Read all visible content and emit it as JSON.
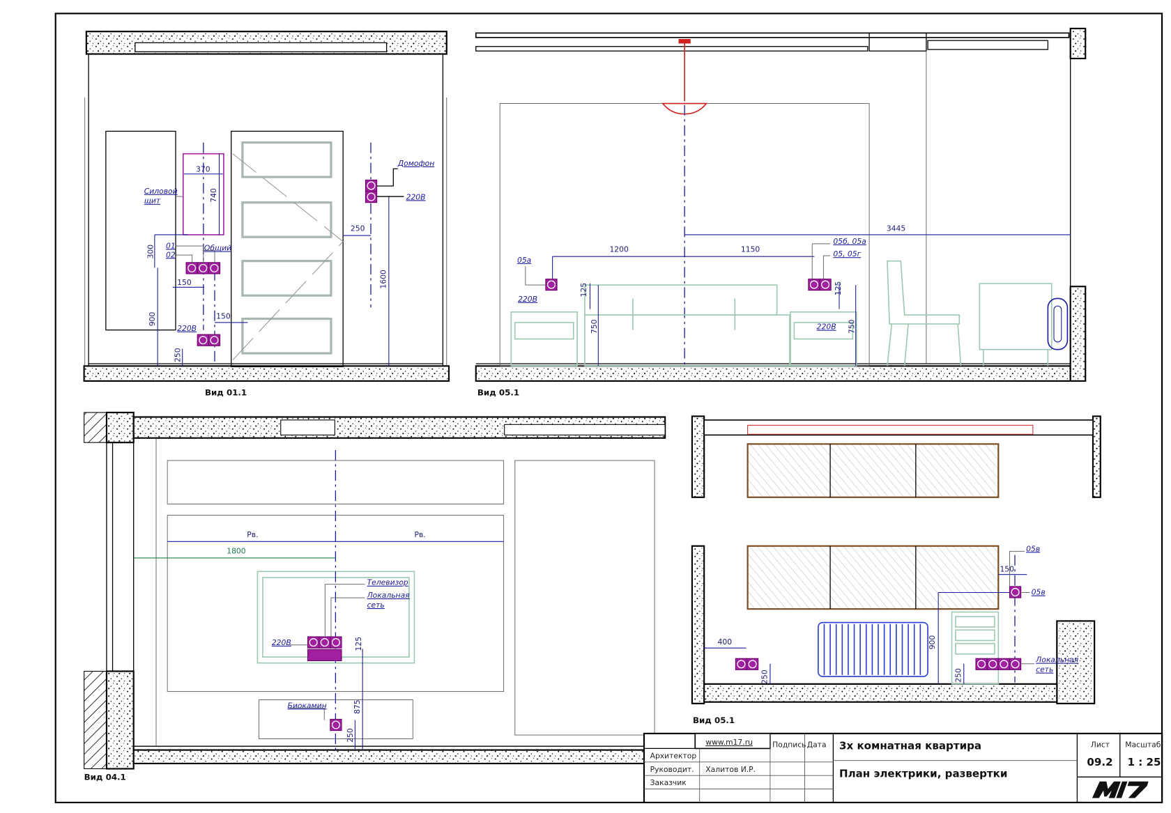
{
  "views": {
    "v01": {
      "caption": "Вид 01.1",
      "labels": {
        "panel_l1": "Силовой",
        "panel_l2": "щит",
        "intercom": "Домофон",
        "v220_a": "220В",
        "v220_b": "220В",
        "common": "Общий",
        "o1": "01",
        "o2": "02"
      },
      "dims": {
        "d370": "370",
        "d740": "740",
        "d300": "300",
        "d150a": "150",
        "d150b": "150",
        "d900": "900",
        "d250a": "250",
        "d250b": "250",
        "d1600": "1600"
      }
    },
    "v05top": {
      "caption": "Вид 05.1",
      "labels": {
        "l05a": "05а",
        "v220_a": "220В",
        "v220_b": "220В",
        "l05b05a": "05б, 05а",
        "l05052": "05, 05г"
      },
      "dims": {
        "d1200": "1200",
        "d1150": "1150",
        "d3445": "3445",
        "d125a": "125",
        "d125b": "125",
        "d750a": "750",
        "d750b": "750"
      }
    },
    "v04": {
      "caption": "Вид 04.1",
      "labels": {
        "tv": "Телевизор",
        "lan1": "Локальная",
        "lan2": "сеть",
        "v220": "220В",
        "biofire": "Биокамин"
      },
      "dims": {
        "rv1": "Рв.",
        "rv2": "Рв.",
        "d1800": "1800",
        "d125": "125",
        "d875": "875",
        "d250": "250"
      }
    },
    "v05bot": {
      "caption": "Вид 05.1",
      "labels": {
        "l05v1": "05в",
        "l05v2": "05в",
        "lan1": "Локальная",
        "lan2": "сеть"
      },
      "dims": {
        "d400": "400",
        "d250a": "250",
        "d250b": "250",
        "d150": "150",
        "d900": "900"
      }
    }
  },
  "title_block": {
    "website": "www.m17.ru",
    "col_signature": "Подпись",
    "col_date": "Дата",
    "role_architect": "Архитектор",
    "role_head": "Руководит.",
    "role_head_name": "Халитов И.Р.",
    "role_client": "Заказчик",
    "project": "3х комнатная квартира",
    "sheet_title": "План электрики, развертки",
    "sheet_label": "Лист",
    "sheet_no": "09.2",
    "scale_label": "Масштаб",
    "scale": "1 : 25",
    "logo": "M17"
  },
  "colors": {
    "dimension": "#1a1a9a",
    "socket": "#a020a0",
    "furniture": "#9cc9b0",
    "lamp": "#d02020"
  }
}
